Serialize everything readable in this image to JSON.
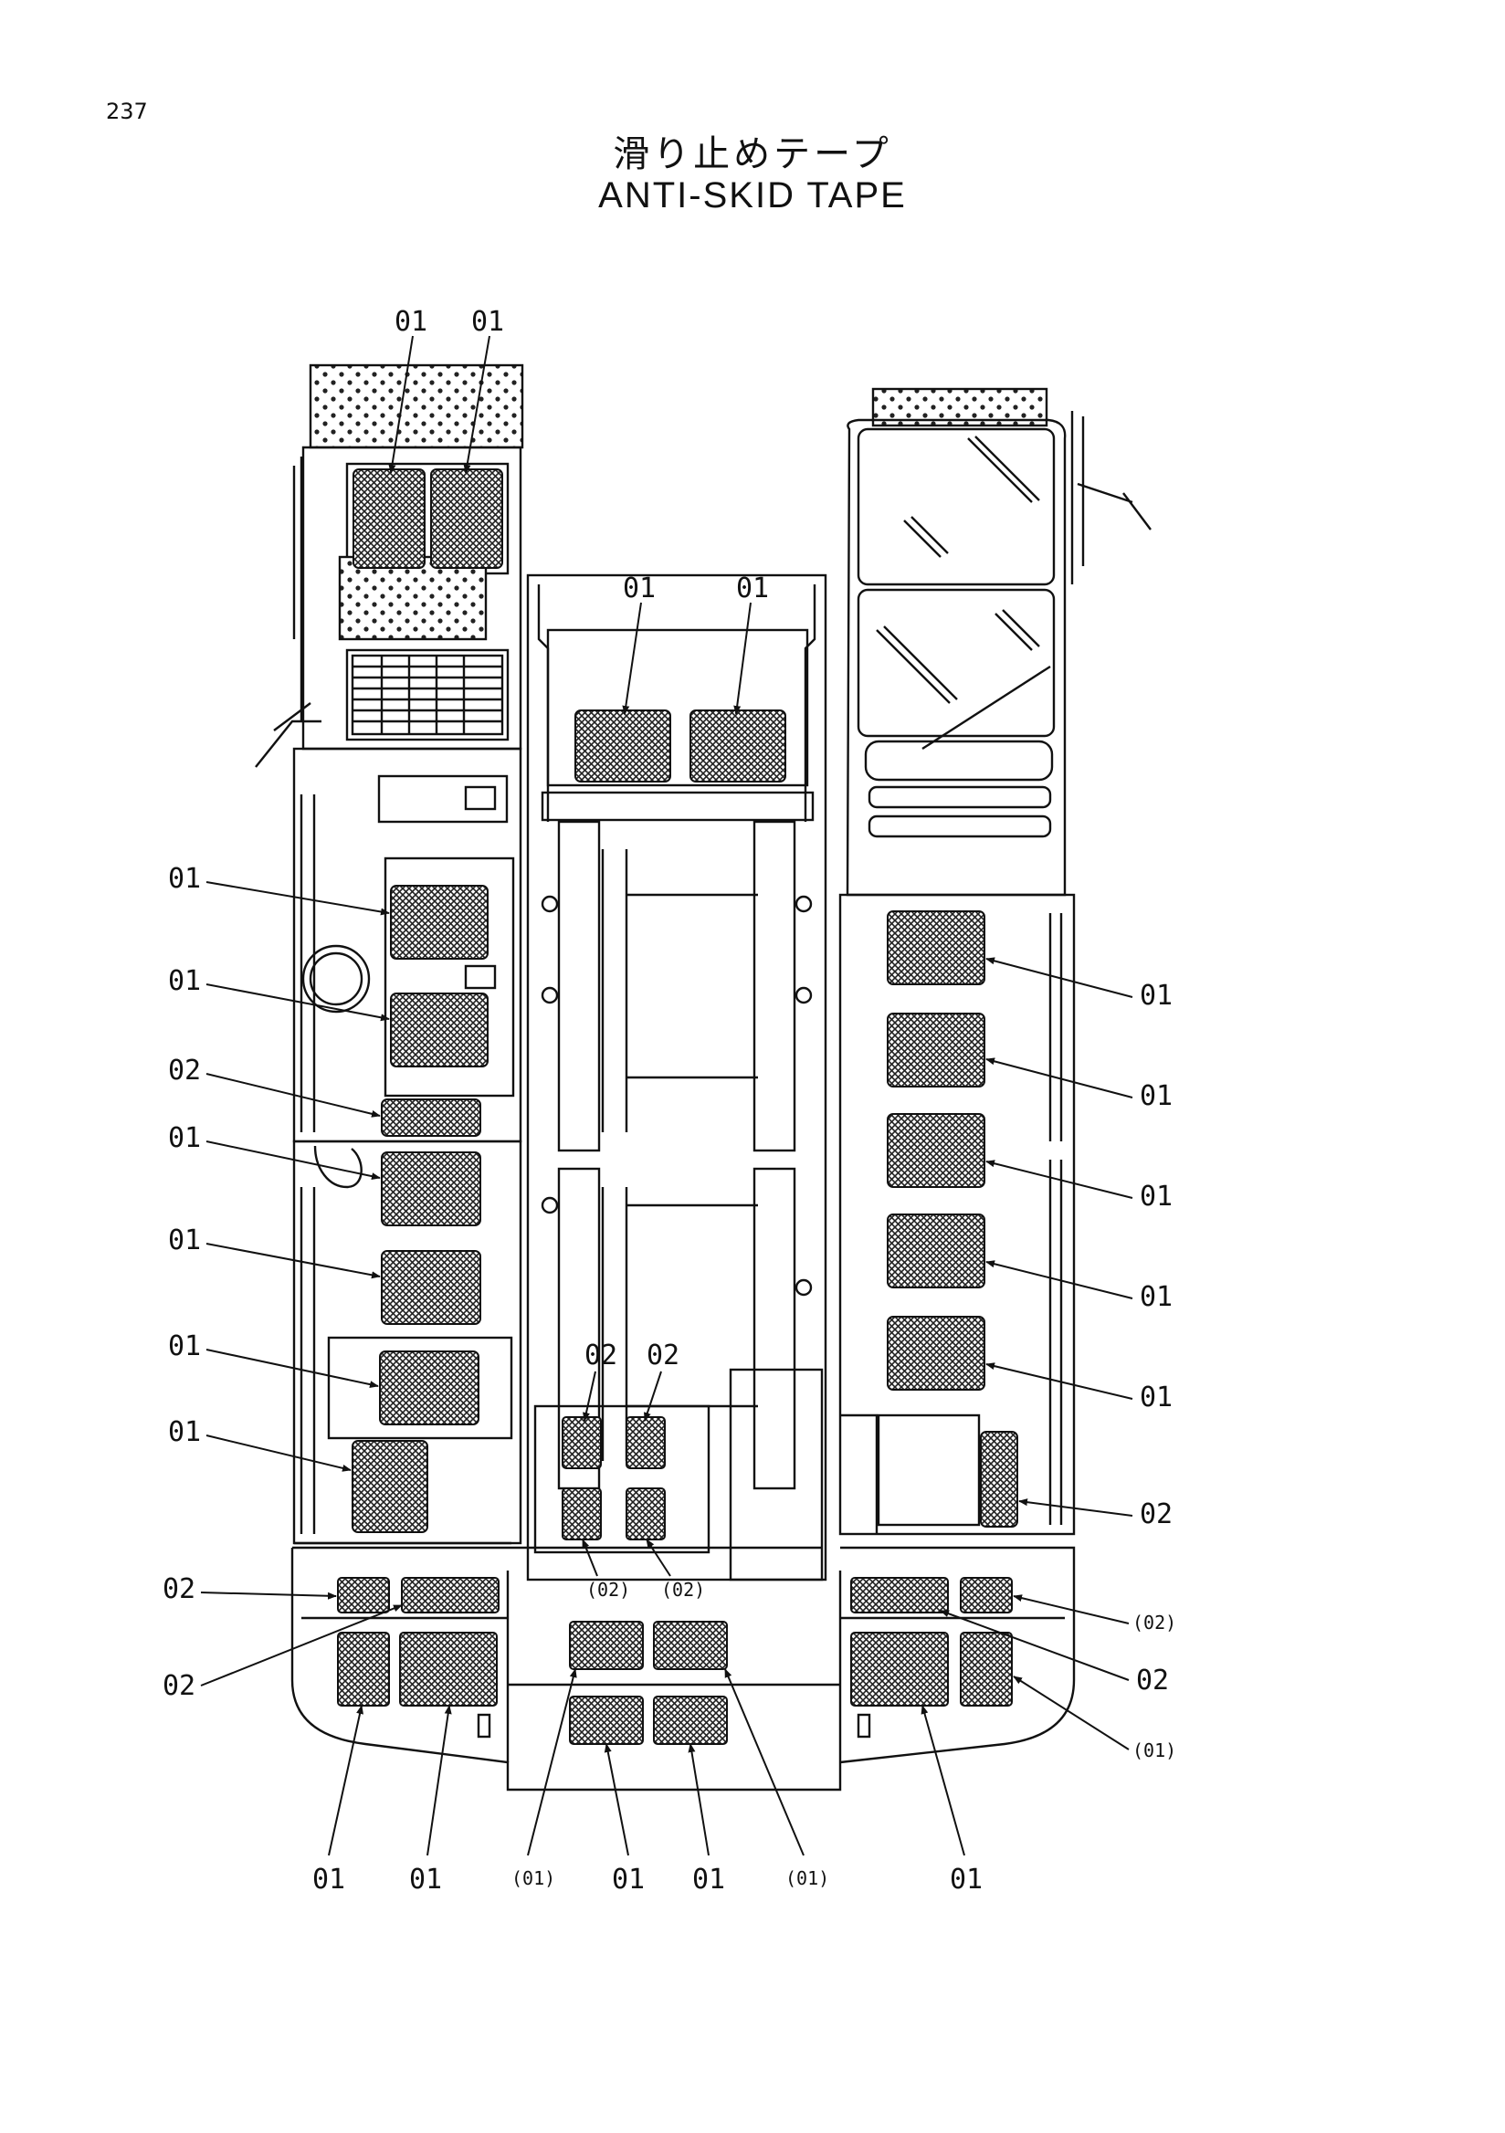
{
  "page_number": "237",
  "title_jp": "滑り止めテープ",
  "title_en": "ANTI-SKID TAPE",
  "colors": {
    "line": "#111111",
    "tape_fill": "#444444"
  },
  "labels": {
    "top_left_a": "01",
    "top_left_b": "01",
    "center_top_a": "01",
    "center_top_b": "01",
    "left_1": "01",
    "left_2": "01",
    "left_3": "02",
    "left_4": "01",
    "left_5": "01",
    "left_6": "01",
    "left_7": "01",
    "left_8": "02",
    "left_9": "02",
    "right_1": "01",
    "right_2": "01",
    "right_3": "01",
    "right_4": "01",
    "right_5": "01",
    "right_6": "02",
    "right_7": "(02)",
    "right_8": "02",
    "right_9": "(01)",
    "center_02_a": "02",
    "center_02_b": "02",
    "center_p02_a": "(02)",
    "center_p02_b": "(02)",
    "bottom_1": "01",
    "bottom_2": "01",
    "bottom_3": "(01)",
    "bottom_4": "01",
    "bottom_5": "01",
    "bottom_6": "(01)",
    "bottom_7": "01"
  }
}
